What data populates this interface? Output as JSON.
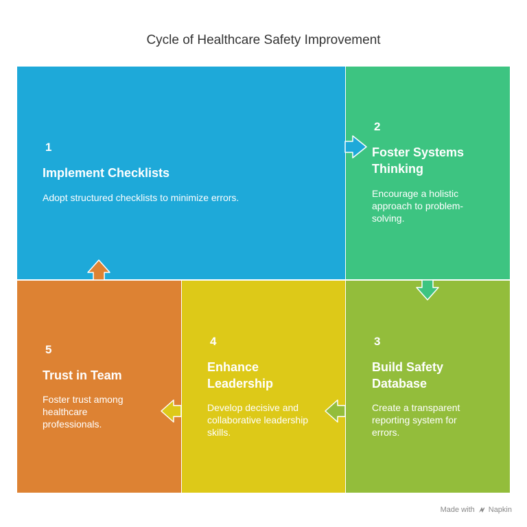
{
  "title": "Cycle of Healthcare Safety Improvement",
  "colors": {
    "step1": "#1ea9d9",
    "step2": "#3dc481",
    "step3": "#93bd3b",
    "step4": "#ddc918",
    "step5": "#dd8233"
  },
  "steps": [
    {
      "number": "1",
      "heading": "Implement Checklists",
      "description": "Adopt structured checklists to minimize errors."
    },
    {
      "number": "2",
      "heading": "Foster Systems Thinking",
      "description": "Encourage a holistic approach to problem-solving."
    },
    {
      "number": "3",
      "heading": "Build Safety Database",
      "description": "Create a transparent reporting system for errors."
    },
    {
      "number": "4",
      "heading": "Enhance Leadership",
      "description": "Develop decisive and collaborative leadership skills."
    },
    {
      "number": "5",
      "heading": "Trust in Team",
      "description": "Foster trust among healthcare professionals."
    }
  ],
  "footer": {
    "made_with": "Made with",
    "brand": "Napkin",
    "brand_icon": "napkin-logo-icon"
  }
}
